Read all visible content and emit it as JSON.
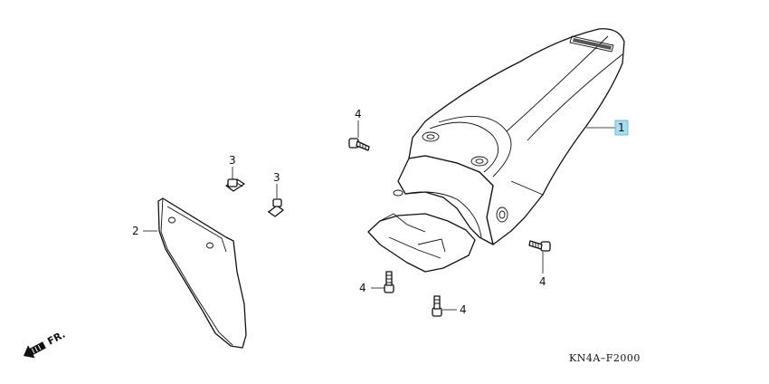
{
  "callouts": {
    "c1": "1",
    "c2": "2",
    "c3a": "3",
    "c3b": "3",
    "c4a": "4",
    "c4b": "4",
    "c4c": "4",
    "c4d": "4"
  },
  "diagram_code": "KN4A–F2000",
  "direction_label": "FR.",
  "highlight_color": "#a8dcf0"
}
